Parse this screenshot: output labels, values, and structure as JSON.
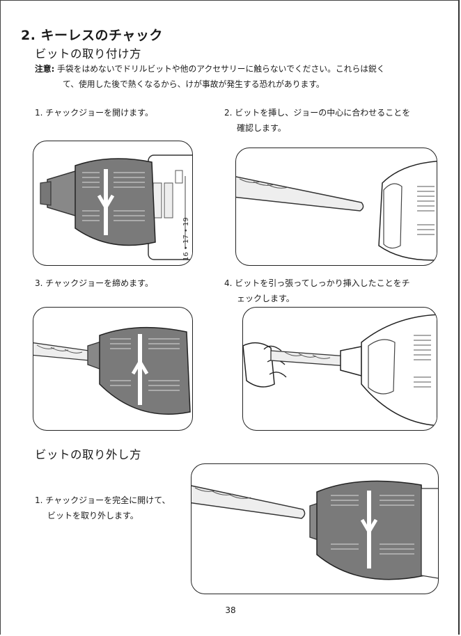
{
  "section_title": "2. キーレスのチャック",
  "install_heading": "ビットの取り付け方",
  "note": {
    "label": "注意:",
    "line1": " 手袋をはめないでドリルビットや他のアクセサリーに触らないでください。これらは鋭く",
    "line2": "て、使用した後で熱くなるから、けが事故が発生する恐れがあります。"
  },
  "install_steps": [
    {
      "line1": "1. チャックジョーを開けます。",
      "line2": ""
    },
    {
      "line1": "2.  ビットを挿し、ジョーの中心に合わせることを",
      "line2": "確認します。"
    },
    {
      "line1": "3. チャックジョーを締めます。",
      "line2": ""
    },
    {
      "line1": "4.  ビットを引っ張ってしっかり挿入したことをチ",
      "line2": "ェックします。"
    }
  ],
  "remove_heading": "ビットの取り外し方",
  "remove_steps": [
    {
      "line1": "1. チャックジョーを完全に開けて、",
      "line2": "ビットを取り外します。"
    }
  ],
  "chuck_scale_text": "16 • 17 • 19",
  "page_number": "38"
}
